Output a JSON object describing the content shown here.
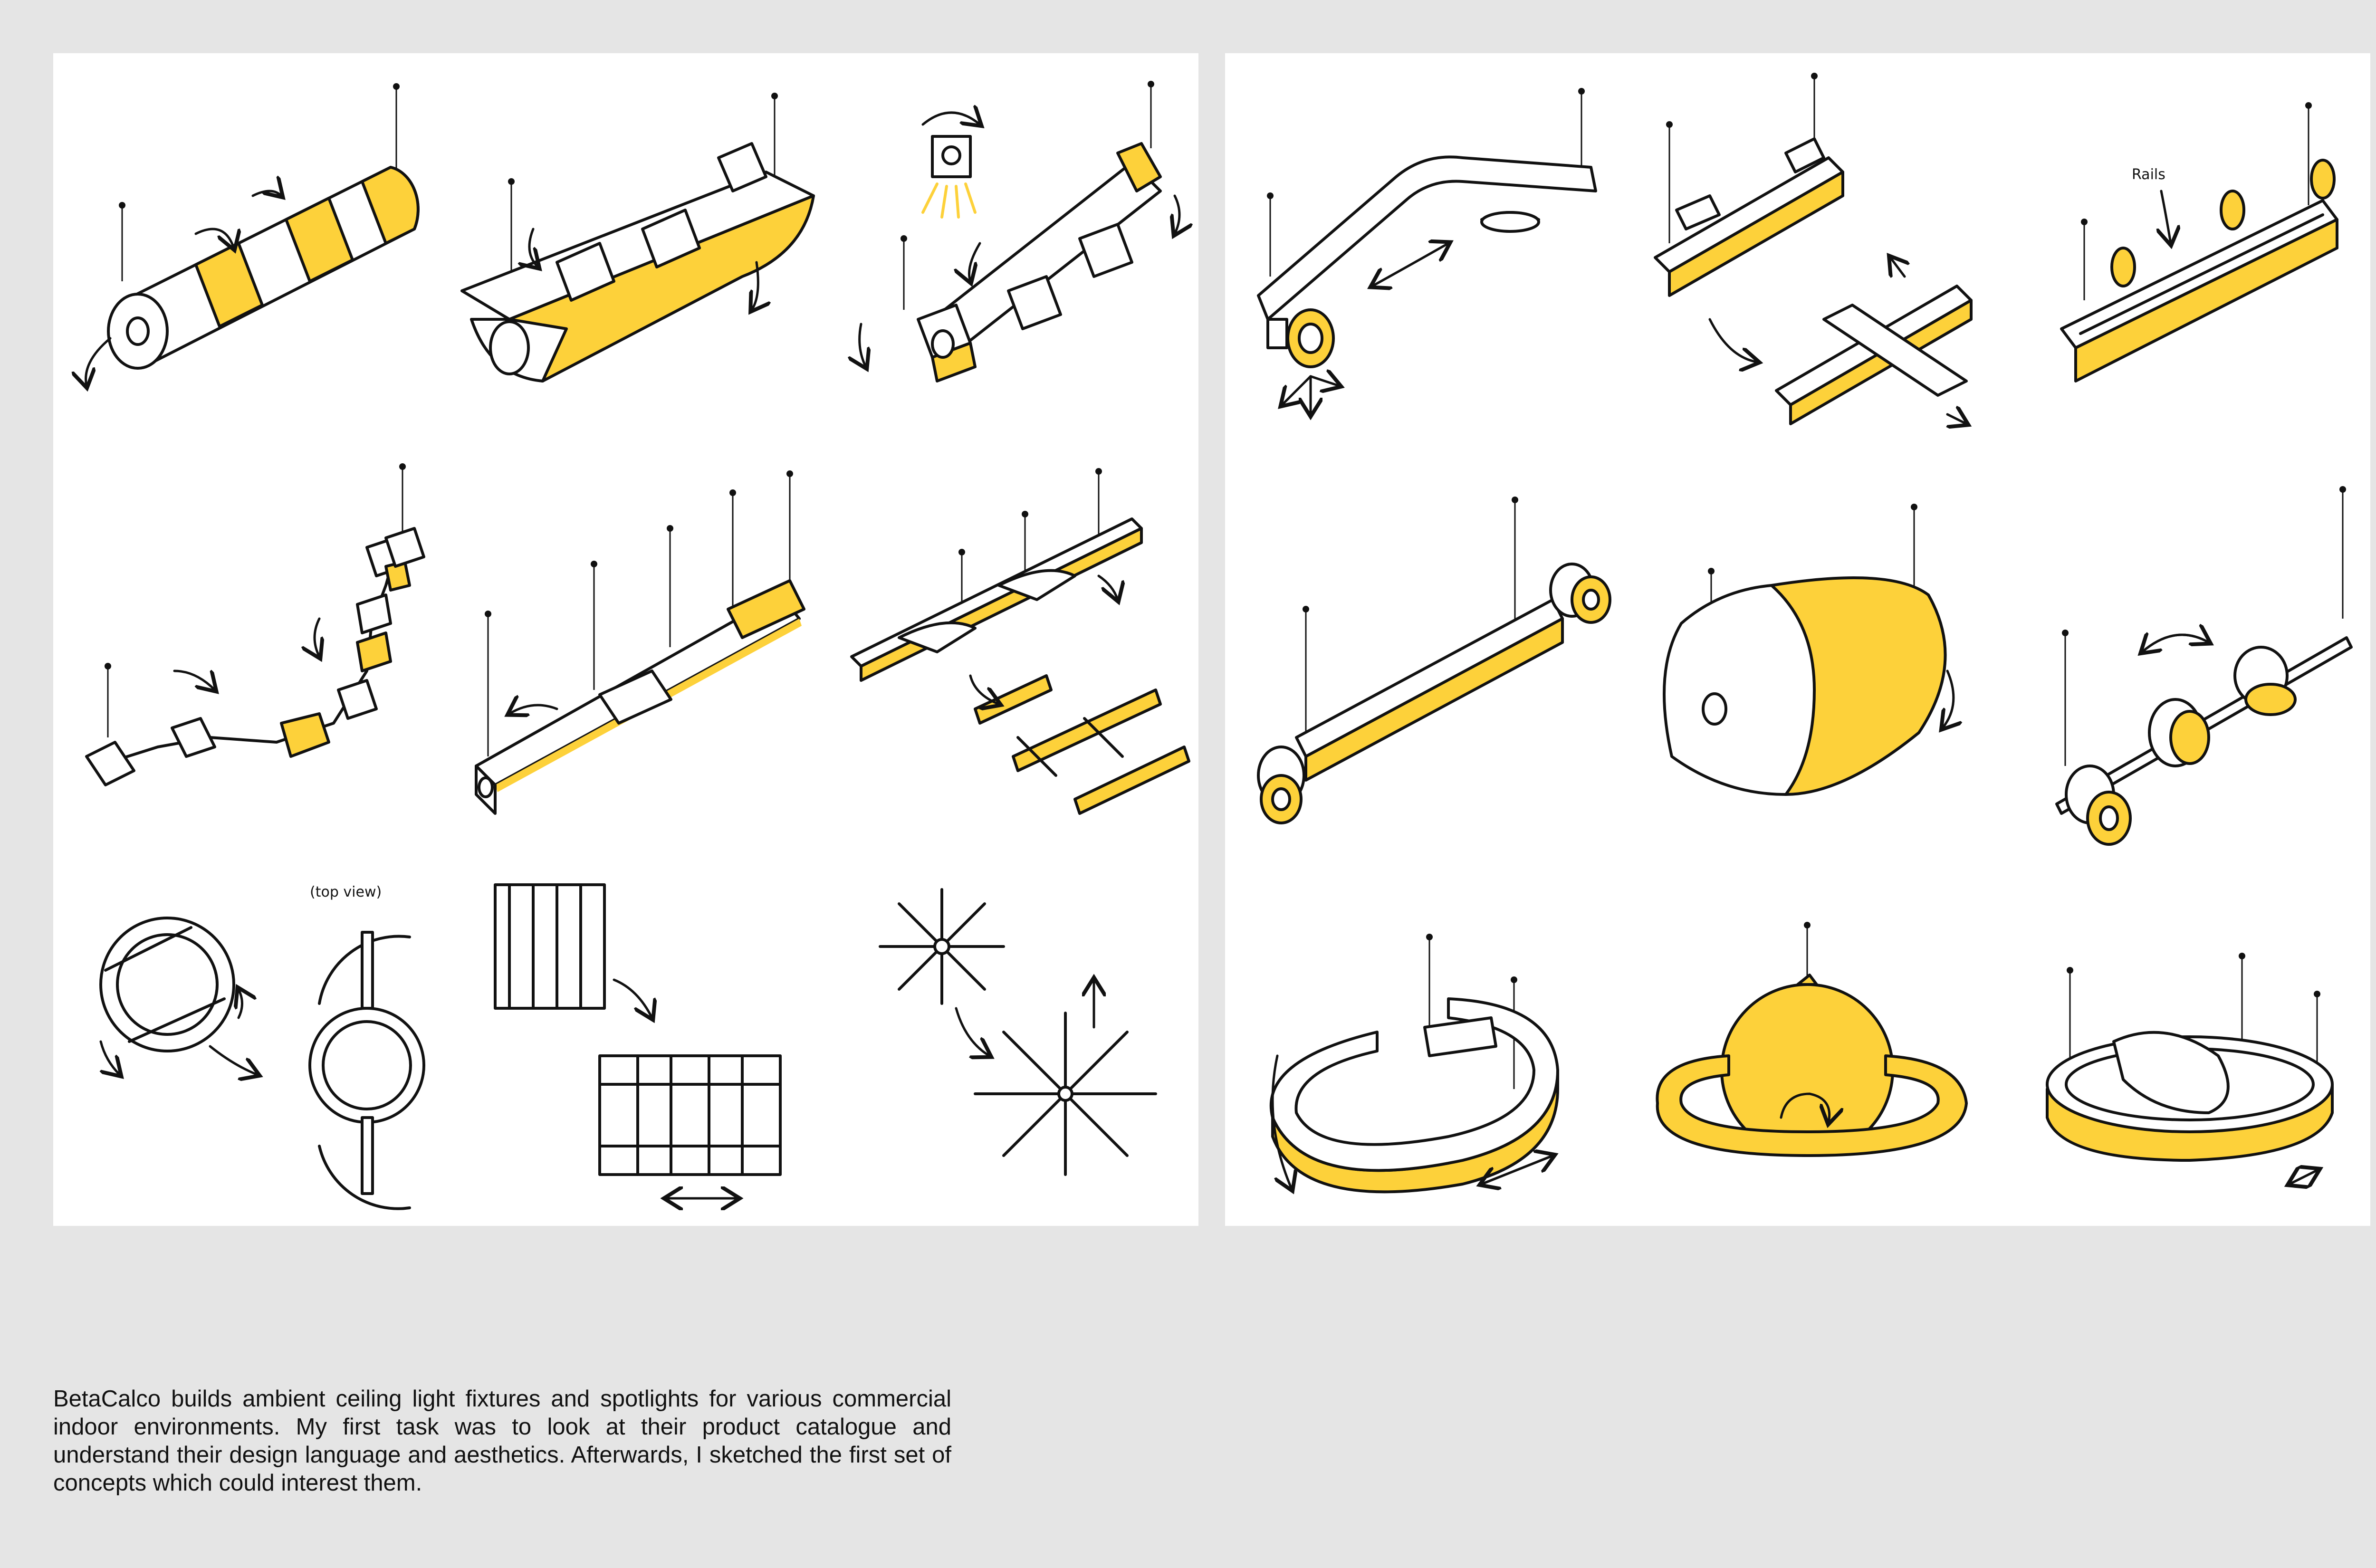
{
  "caption": "BetaCalco builds ambient ceiling light fixtures and spotlights for various commercial indoor environments. My first task was to look at their product catalogue and understand their design language and aesthetics. Afterwards, I sketched the first set of concepts which could interest them.",
  "labels": {
    "top_view": "(top view)",
    "rails": "Rails"
  },
  "colors": {
    "accent": "#fdd13a",
    "panel": "#ffffff",
    "background": "#e5e5e5",
    "ink": "#111111"
  }
}
